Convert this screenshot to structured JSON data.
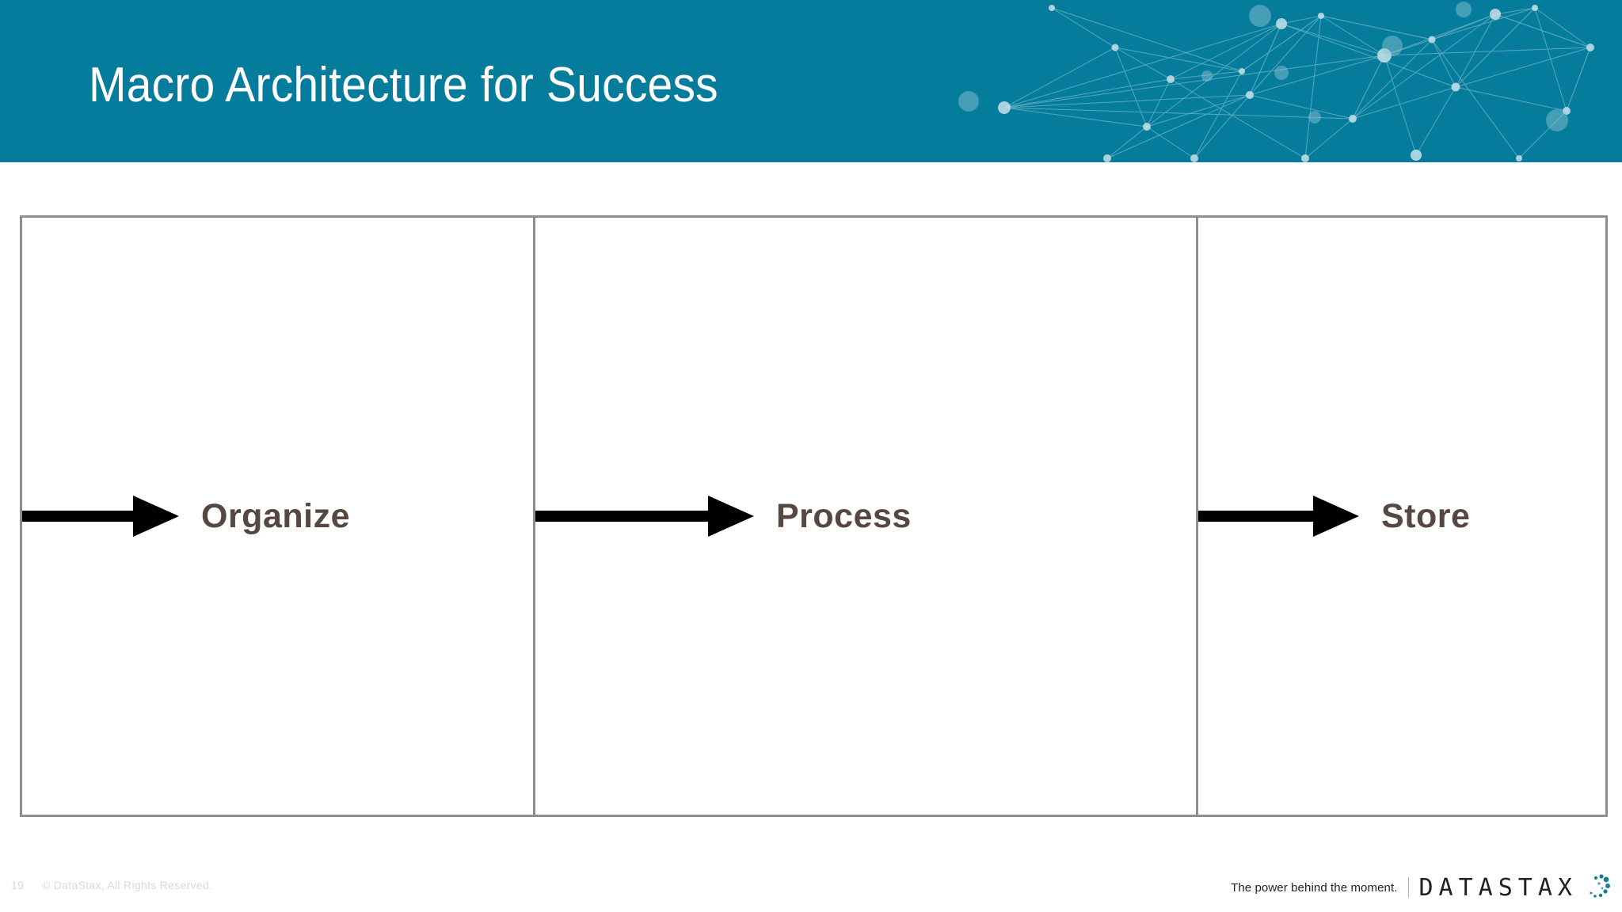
{
  "slide": {
    "title": "Macro Architecture for Success",
    "header_color": "#057C9B",
    "background_color": "#ffffff"
  },
  "diagram": {
    "border_color": "#8d8d93",
    "arrow_color": "#000000",
    "label_color": "#574741",
    "panels": [
      {
        "label": "Organize",
        "arrow_icon": "right-arrow-icon"
      },
      {
        "label": "Process",
        "arrow_icon": "right-arrow-icon"
      },
      {
        "label": "Store",
        "arrow_icon": "right-arrow-icon"
      }
    ]
  },
  "footer": {
    "page_number": "19",
    "copyright": "© DataStax, All Rights Reserved.",
    "tagline": "The power behind the moment.",
    "wordmark": "DATASTAX",
    "logo_dot_color": "#1a7f96",
    "text_color": "#d8d8dd"
  }
}
